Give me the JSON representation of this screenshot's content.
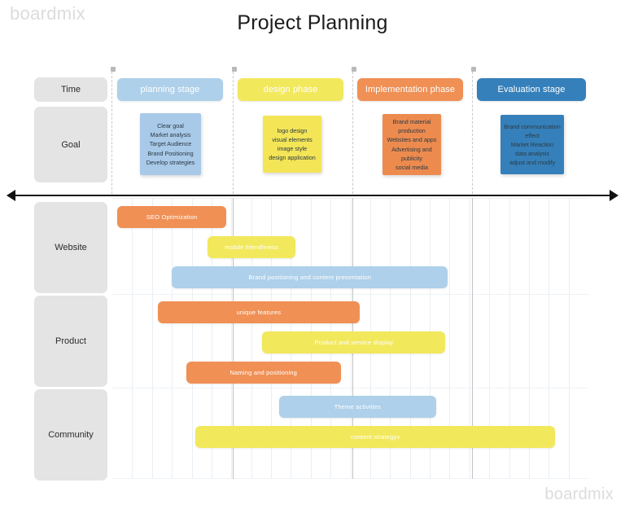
{
  "page": {
    "title": "Project Planning",
    "watermark_top_left": "boardmix",
    "watermark_bottom_right": "boardmix"
  },
  "colors": {
    "light_blue": "#aed0ea",
    "yellow": "#f2e85c",
    "orange": "#f09055",
    "dark_blue": "#3580ba",
    "gray": "#e4e4e4",
    "goal_blue": "#a8c9e8",
    "goal_yellow": "#f3e556",
    "goal_orange": "#ed8b4f",
    "goal_dark_blue": "#3580ba",
    "axis": "#111111",
    "gridline_minor": "#e9eff5",
    "gridline_major": "#c2c2c2"
  },
  "row_labels": [
    {
      "label": "Time"
    },
    {
      "label": "Goal"
    },
    {
      "label": "Website"
    },
    {
      "label": "Product"
    },
    {
      "label": "Community"
    }
  ],
  "phases": [
    {
      "label": "planning stage",
      "color": "#aed0ea"
    },
    {
      "label": "design phase",
      "color": "#f2e85c"
    },
    {
      "label": "Implementation phase",
      "color": "#f09055"
    },
    {
      "label": "Evaluation stage",
      "color": "#3580ba"
    }
  ],
  "goals": [
    {
      "phase": "planning stage",
      "color": "#a8c9e8",
      "items": [
        "Clear goal",
        "Market analysis",
        "Target Audience",
        "Brand Positioning",
        "Develop strategies"
      ]
    },
    {
      "phase": "design phase",
      "color": "#f3e556",
      "items": [
        "logo design",
        "visual elements",
        "image style",
        "design application"
      ]
    },
    {
      "phase": "Implementation phase",
      "color": "#ed8b4f",
      "items": [
        "Brand material",
        "production",
        "Websites and apps",
        "Advertising and",
        "publicity",
        "social media"
      ]
    },
    {
      "phase": "Evaluation stage",
      "color": "#3580ba",
      "items": [
        "Brand communication",
        "effect",
        "Market Reaction",
        "data analysis",
        "adjust and modify"
      ]
    }
  ],
  "chart_data": {
    "type": "bar",
    "title": "Project Planning",
    "subtitle": "",
    "xlabel": "",
    "ylabel": "",
    "grid": true,
    "legend": "none",
    "axis_style": "double-headed-arrow",
    "categories": [
      "Website",
      "Product",
      "Community"
    ],
    "phase_columns": [
      "planning stage",
      "design phase",
      "Implementation phase",
      "Evaluation stage"
    ],
    "tasks": [
      {
        "row": "Website",
        "label": "SEO Optimization",
        "color": "#f09055",
        "start_pct": 1.0,
        "end_pct": 24.0
      },
      {
        "row": "Website",
        "label": "mobile friendliness",
        "color": "#f2e85c",
        "start_pct": 20.0,
        "end_pct": 38.5
      },
      {
        "row": "Website",
        "label": "Brand positioning and content presentation",
        "color": "#aed0ea",
        "start_pct": 12.5,
        "end_pct": 70.5
      },
      {
        "row": "Product",
        "label": "unique features",
        "color": "#f09055",
        "start_pct": 9.5,
        "end_pct": 52.0
      },
      {
        "row": "Product",
        "label": "Product and service display",
        "color": "#f2e85c",
        "start_pct": 31.5,
        "end_pct": 70.0
      },
      {
        "row": "Product",
        "label": "Naming and positioning",
        "color": "#f09055",
        "start_pct": 15.5,
        "end_pct": 48.0
      },
      {
        "row": "Community",
        "label": "Theme activities",
        "color": "#aed0ea",
        "start_pct": 35.0,
        "end_pct": 68.0
      },
      {
        "row": "Community",
        "label": "content strategyv",
        "color": "#f2e85c",
        "start_pct": 17.5,
        "end_pct": 93.0
      }
    ]
  }
}
